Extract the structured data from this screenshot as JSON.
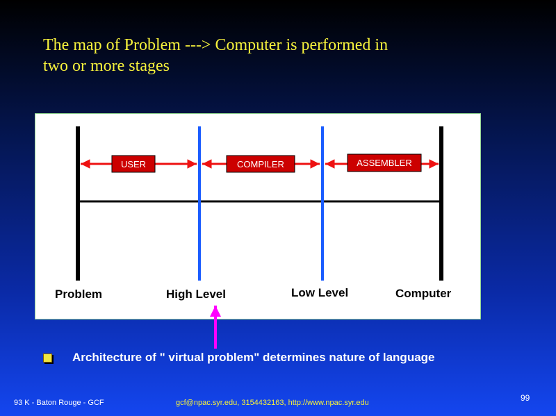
{
  "slide": {
    "title_line1": "The map of Problem ---> Computer is performed in",
    "title_line2": "two or more stages"
  },
  "diagram": {
    "stage_labels": {
      "problem": "Problem",
      "high_level": "High Level",
      "low_level": "Low Level",
      "computer": "Computer"
    },
    "mappers": {
      "user": "USER",
      "compiler": "COMPILER",
      "assembler": "ASSEMBLER"
    },
    "colors": {
      "panel_background": "#ffffff",
      "panel_border": "#8fd48f",
      "stage_line_black": "#000000",
      "stage_line_blue": "#1a5cff",
      "arrow_red": "#ee1111",
      "label_box_fill": "#cc0000",
      "label_box_text": "#ffffff",
      "pointer_magenta": "#ff00ff"
    }
  },
  "bullet": {
    "text": "Architecture of \" virtual problem\"  determines nature of language"
  },
  "footer": {
    "left": "93 K - Baton Rouge - GCF",
    "center": "gcf@npac.syr.edu, 3154432163, http://www.npac.syr.edu",
    "page_number": "99"
  },
  "theme": {
    "title_color": "#f6f23c",
    "background_top": "#000000",
    "background_bottom": "#1446f0"
  }
}
